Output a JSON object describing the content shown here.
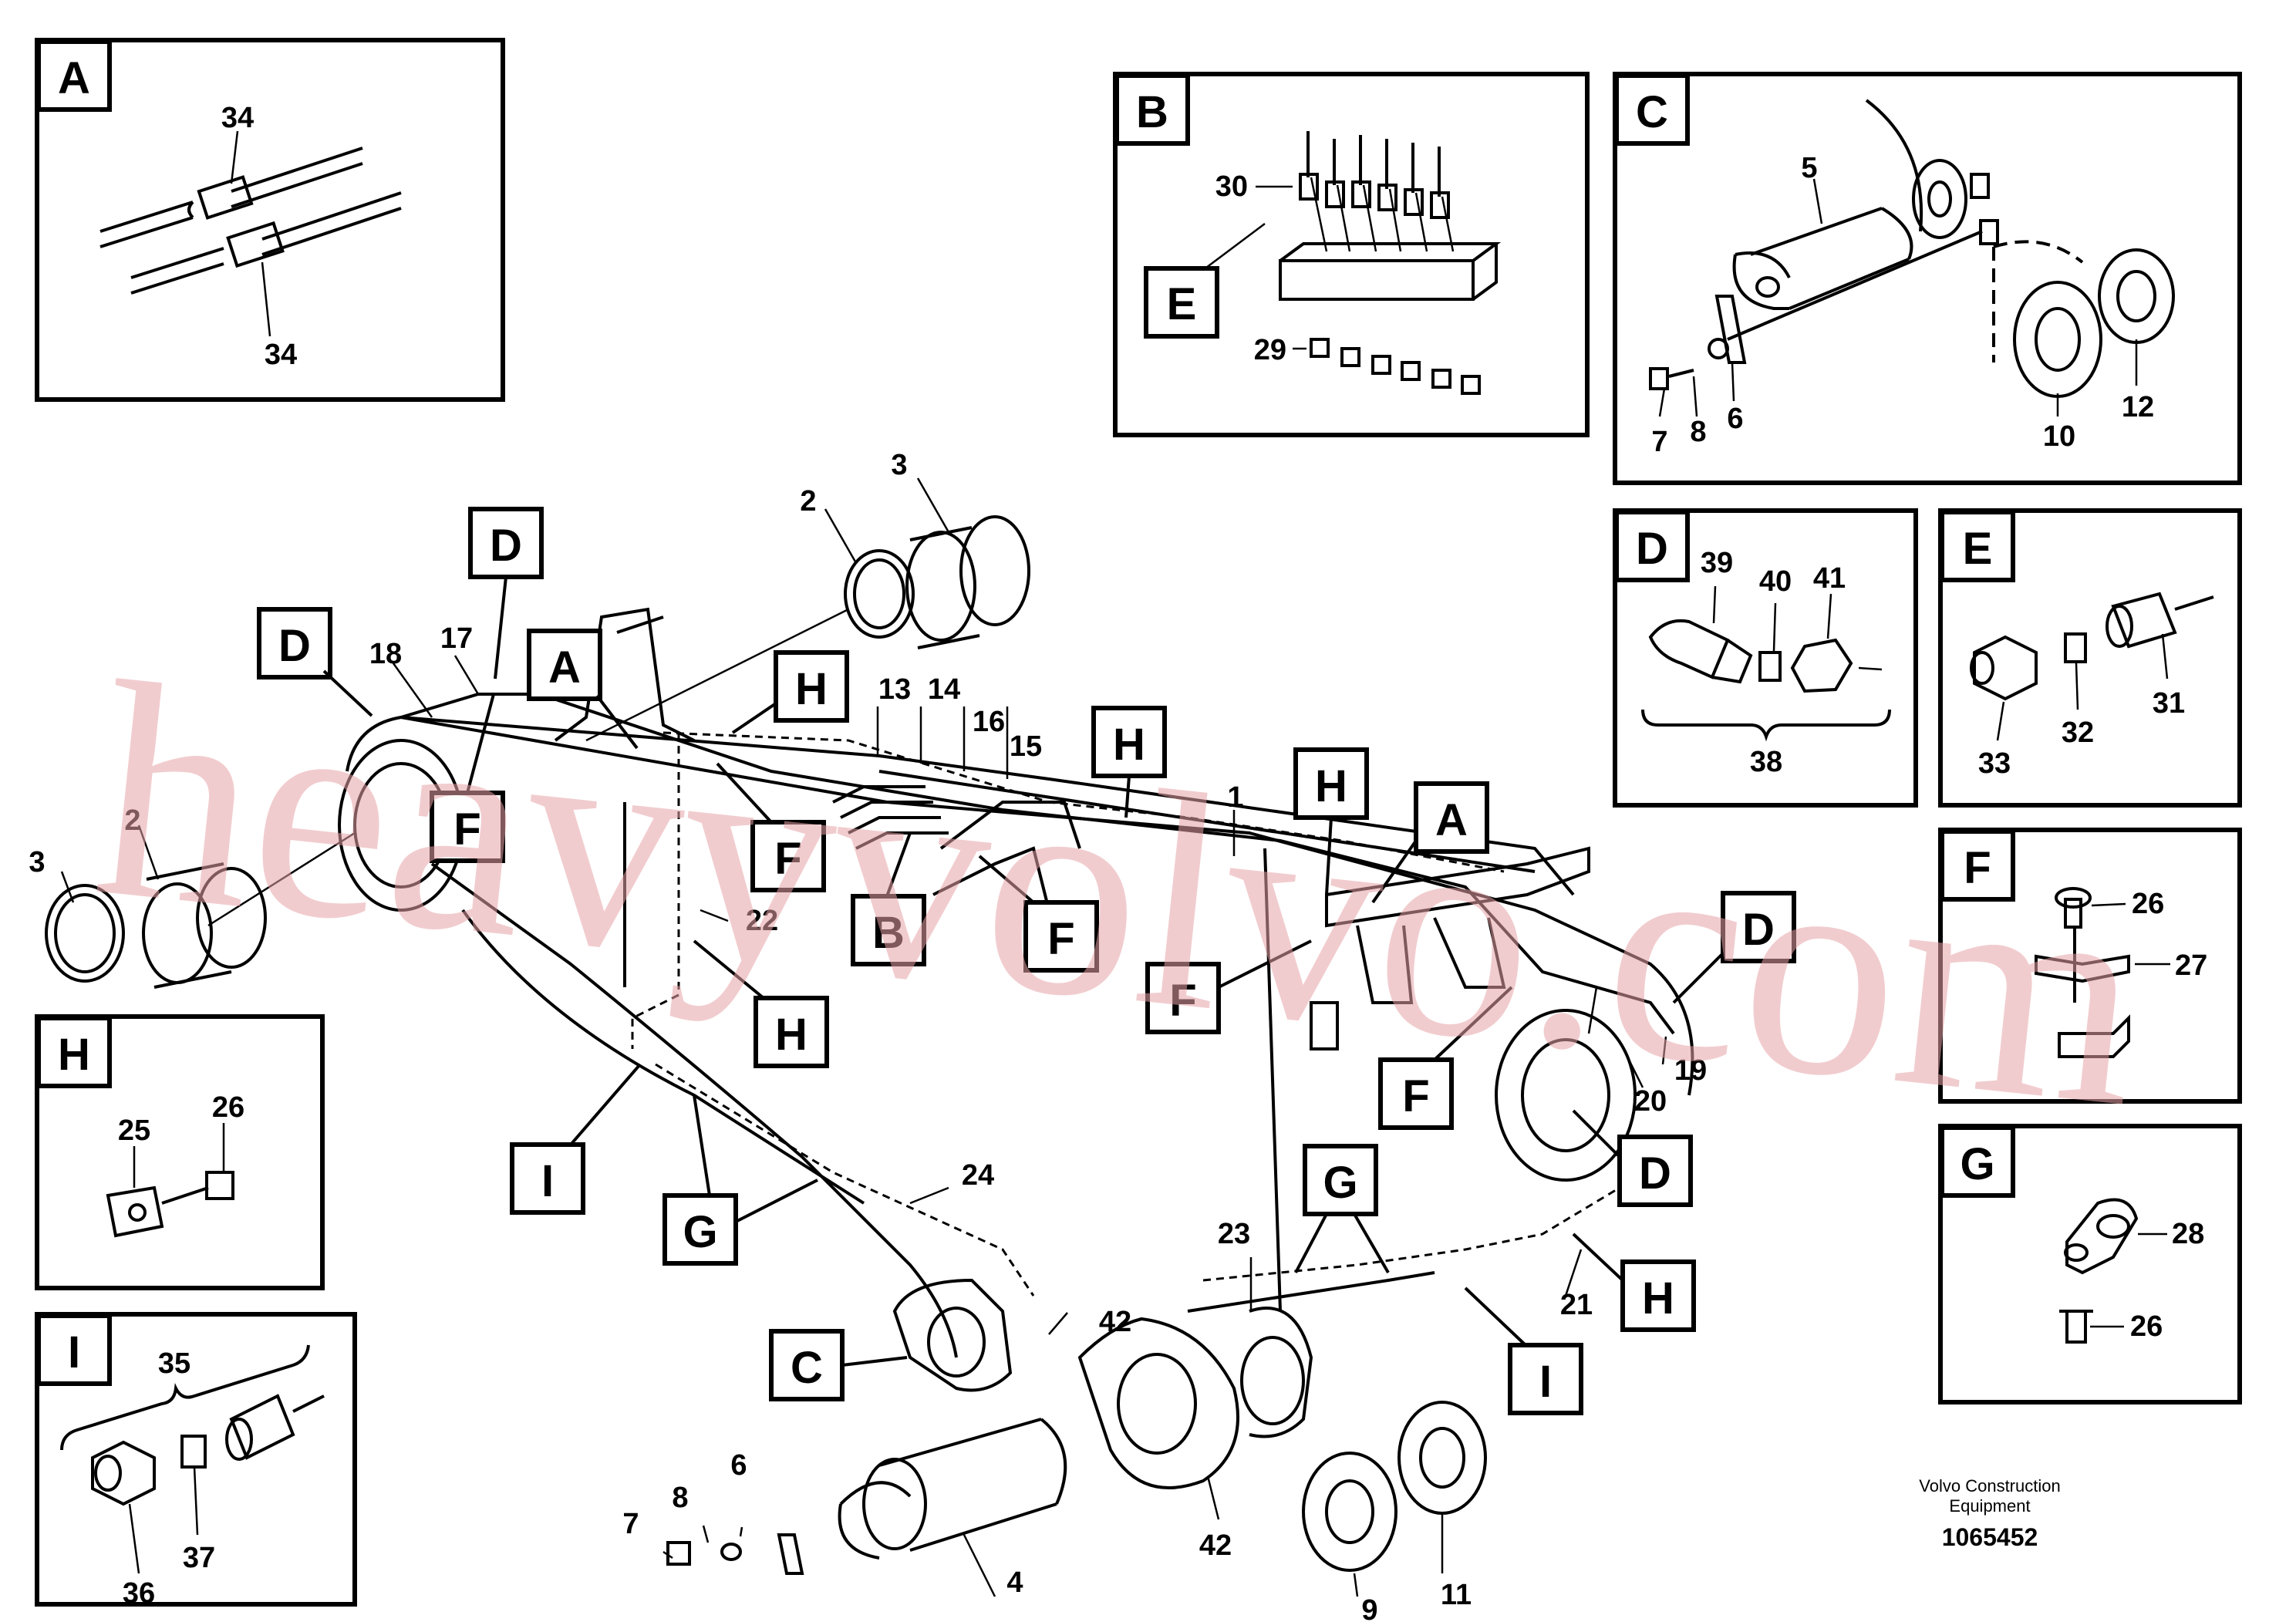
{
  "inset_labels": {
    "A": "A",
    "B": "B",
    "C": "C",
    "D": "D",
    "E": "E",
    "F": "F",
    "G": "G",
    "H": "H",
    "I": "I"
  },
  "callouts": {
    "A": [
      "34",
      "34"
    ],
    "B": [
      "30",
      "29"
    ],
    "C": [
      "5",
      "7",
      "8",
      "6",
      "10",
      "12"
    ],
    "D": [
      "39",
      "40",
      "41",
      "38"
    ],
    "E": [
      "33",
      "32",
      "31"
    ],
    "F": [
      "26",
      "27"
    ],
    "G": [
      "28",
      "26"
    ],
    "H": [
      "25",
      "26"
    ],
    "I": [
      "35",
      "36",
      "37"
    ]
  },
  "main_callouts": [
    "3",
    "2",
    "2",
    "3",
    "18",
    "17",
    "13",
    "14",
    "16",
    "15",
    "1",
    "22",
    "24",
    "23",
    "21",
    "20",
    "19",
    "42",
    "42",
    "6",
    "8",
    "7",
    "4",
    "9",
    "11"
  ],
  "main_letter_tags": [
    "D",
    "D",
    "A",
    "H",
    "F",
    "F",
    "B",
    "H",
    "F",
    "H",
    "A",
    "F",
    "D",
    "H",
    "I",
    "G",
    "F",
    "D",
    "G",
    "H",
    "C",
    "I"
  ],
  "watermark": "heavyvolvo.com",
  "credit": {
    "line1": "Volvo Construction",
    "line2": "Equipment",
    "doc_number": "1065452"
  }
}
